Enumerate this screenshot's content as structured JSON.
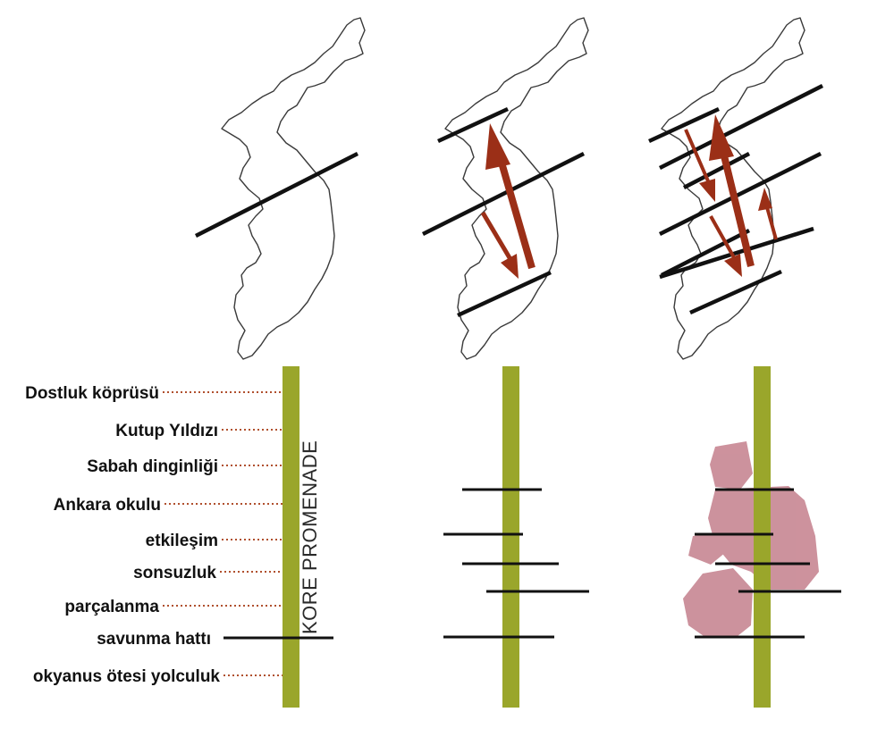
{
  "promenade_label": "KORE PROMENADE",
  "labels": [
    "Dostluk köprüsü",
    "Kutup Yıldızı",
    "Sabah dinginliği",
    "Ankara okulu",
    "etkileşim",
    "sonsuzluk",
    "parçalanma",
    "savunma hattı",
    "okyanus ötesi yolculuk"
  ],
  "colors": {
    "promenade": "#9aa62b",
    "arrow": "#9b2f17",
    "line": "#111111",
    "dotted": "#b0502e",
    "blob": "#c47f8c"
  }
}
